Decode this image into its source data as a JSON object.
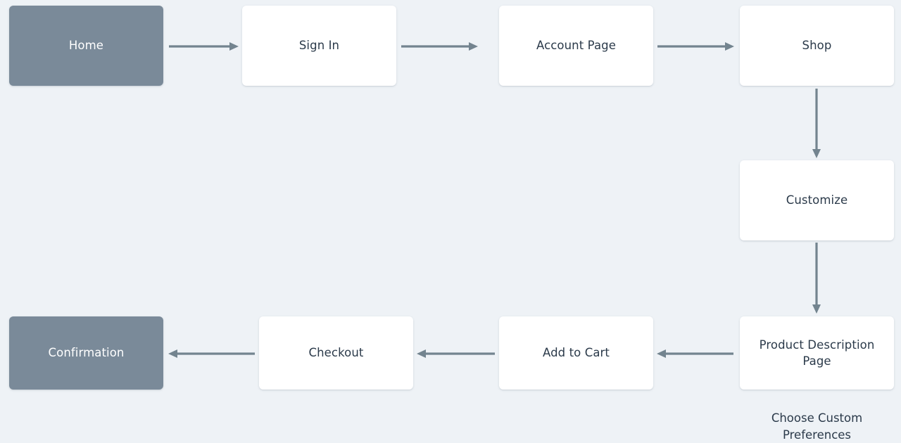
{
  "diagram": {
    "type": "user-flow-flowchart",
    "title": "",
    "background_color": "#eef2f6",
    "accent_color": "#7a8a99",
    "node_fill_color": "#ffffff",
    "node_text_color": "#2b3a4a",
    "accent_text_color": "#ffffff",
    "connector_color": "#73848f",
    "nodes": [
      {
        "id": "home",
        "label": "Home",
        "style": "accent"
      },
      {
        "id": "sign-in",
        "label": "Sign In",
        "style": "default"
      },
      {
        "id": "account",
        "label": "Account Page",
        "style": "default"
      },
      {
        "id": "shop",
        "label": "Shop",
        "style": "default"
      },
      {
        "id": "customize",
        "label": "Customize",
        "style": "default"
      },
      {
        "id": "pdp",
        "label": "Product Description\nPage",
        "style": "default"
      },
      {
        "id": "add-to-cart",
        "label": "Add to Cart",
        "style": "default"
      },
      {
        "id": "checkout",
        "label": "Checkout",
        "style": "default"
      },
      {
        "id": "confirmation",
        "label": "Confirmation",
        "style": "accent"
      }
    ],
    "captions": [
      {
        "id": "pdp-caption",
        "text": "Choose Custom\nPreferences",
        "for": "pdp"
      }
    ],
    "edges": [
      {
        "id": "home-to-sign-in",
        "from": "home",
        "to": "sign-in",
        "direction": "right"
      },
      {
        "id": "sign-in-to-account",
        "from": "sign-in",
        "to": "account",
        "direction": "right"
      },
      {
        "id": "account-to-shop",
        "from": "account",
        "to": "shop",
        "direction": "right"
      },
      {
        "id": "shop-to-customize",
        "from": "shop",
        "to": "customize",
        "direction": "down"
      },
      {
        "id": "customize-to-pdp",
        "from": "customize",
        "to": "pdp",
        "direction": "down"
      },
      {
        "id": "pdp-to-add-to-cart",
        "from": "pdp",
        "to": "add-to-cart",
        "direction": "left"
      },
      {
        "id": "add-to-cart-to-checkout",
        "from": "add-to-cart",
        "to": "checkout",
        "direction": "left"
      },
      {
        "id": "checkout-to-confirmation",
        "from": "checkout",
        "to": "confirmation",
        "direction": "left"
      }
    ]
  }
}
